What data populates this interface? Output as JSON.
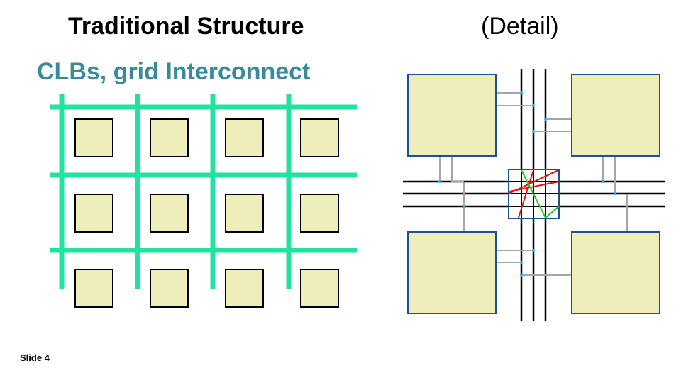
{
  "slide": {
    "title": "Traditional Structure",
    "detail_label": "(Detail)",
    "subtitle": "CLBs, grid Interconnect",
    "footer": "Slide 4"
  },
  "colors": {
    "background": "#ffffff",
    "subtitle": "#3b8a9c",
    "grid_wire": "#22e2a0",
    "clb_fill": "#eeeebb",
    "clb_border_left": "#000000",
    "clb_border_right": "#1f4e9a",
    "track": "#000000",
    "connection": "#a6a6a6",
    "connection_point": "#29b6f6",
    "switch_red": "#e01010",
    "switch_green": "#20c820"
  },
  "grid_diagram": {
    "rows": 3,
    "cols": 4
  }
}
